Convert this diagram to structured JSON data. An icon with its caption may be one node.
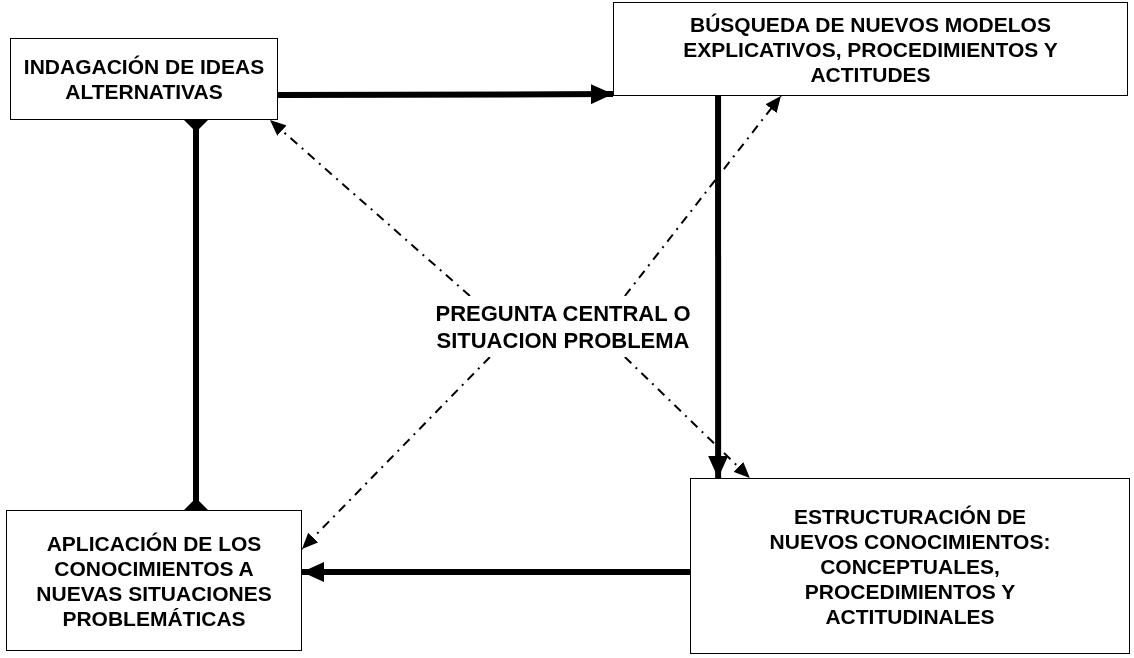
{
  "diagram": {
    "nodes": [
      {
        "text": [
          "INDAGACIÓN DE IDEAS ALTERNATIVAS"
        ]
      },
      {
        "text": [
          "BÚSQUEDA DE NUEVOS MODELOS EXPLICATIVOS, PROCEDIMIENTOS Y ACTITUDES"
        ]
      },
      {
        "text": [
          "PREGUNTA CENTRAL O SITUACION PROBLEMA"
        ]
      },
      {
        "text": [
          "APLICACIÓN DE LOS CONOCIMIENTOS A NUEVAS SITUACIONES PROBLEMÁTICAS"
        ]
      },
      {
        "text": [
          "ESTRUCTURACIÓN DE NUEVOS CONOCIMIENTOS: CONCEPTUALES, PROCEDIMIENTOS Y ACTITUDINALES"
        ]
      }
    ],
    "edges": [
      {
        "from": 0,
        "to": 1,
        "arrow": "to",
        "style": "thick"
      },
      {
        "from": 1,
        "to": 4,
        "arrow": "to",
        "style": "thick"
      },
      {
        "from": 4,
        "to": 3,
        "arrow": "to",
        "style": "thick"
      },
      {
        "from": 3,
        "to": 0,
        "arrow": "other",
        "style": "thick"
      },
      {
        "from": 2,
        "to": 0,
        "arrow": "to",
        "style": "dashed"
      },
      {
        "from": 2,
        "to": 1,
        "arrow": "to",
        "style": "dashed"
      },
      {
        "from": 2,
        "to": 3,
        "arrow": "to",
        "style": "dashed"
      },
      {
        "from": 2,
        "to": 4,
        "arrow": "to",
        "style": "dashed"
      }
    ]
  }
}
